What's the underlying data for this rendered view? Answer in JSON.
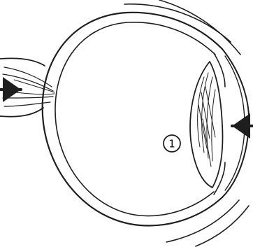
{
  "diagram": {
    "callouts": [
      {
        "id": "structure-1",
        "text": "1"
      }
    ],
    "arrows": [
      "optic-nerve-arrow",
      "lens-arrow"
    ]
  }
}
